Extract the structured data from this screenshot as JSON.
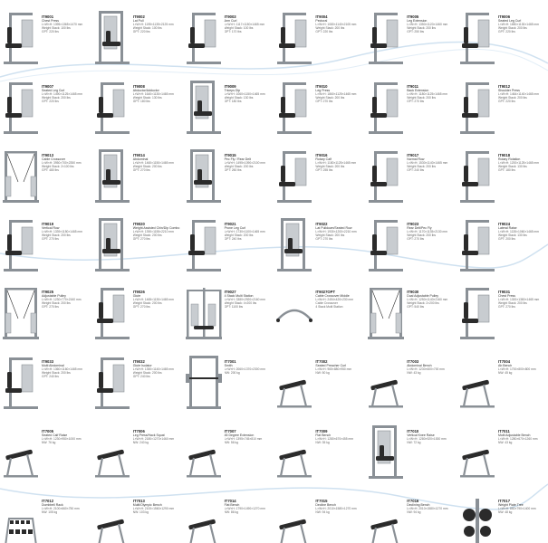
{
  "colors": {
    "accent": "#1f7fc4",
    "frame": "#8a9096",
    "pad": "#2b2b2b",
    "metal": "#c8ccd0"
  },
  "rows": [
    [
      {
        "code": "IT9001",
        "name": "Chest Press",
        "icon": "machine",
        "specs": [
          "L×W×H: 1395×1365×1470 mm",
          "Weight Stack: 100 lbs",
          "GPT: 220 lbs"
        ]
      },
      {
        "code": "IT9002",
        "name": "Lat Pull",
        "icon": "tall-machine",
        "specs": [
          "L×W×H: 1195×1135×2125 mm",
          "Weight Stack: 100 lbs",
          "GPT: 220 lbs"
        ]
      },
      {
        "code": "IT9003",
        "name": "Arm Curl",
        "icon": "machine",
        "specs": [
          "L×W×H: 1117×1150×1465 mm",
          "Weight Stack: 100 lbs",
          "GPT: 170 lbs"
        ]
      },
      {
        "code": "IT9004",
        "name": "Pectoral",
        "icon": "machine",
        "specs": [
          "L×W×H: 1080×1140×2105 mm",
          "Weight Stack: 200 lbs",
          "GPT: 220 lbs"
        ]
      },
      {
        "code": "IT9005",
        "name": "Leg Extension",
        "icon": "machine",
        "specs": [
          "L×W×H: 1350×1120×1460 mm",
          "Weight Stack: 200 lbs",
          "GPT: 250 lbs"
        ]
      },
      {
        "code": "IT9006",
        "name": "Seated Leg Curl",
        "icon": "machine",
        "specs": [
          "L×W×H: 1650×1130×1465 mm",
          "Weight Stack: 200 lbs",
          "GPT: 220 lbs"
        ]
      }
    ],
    [
      {
        "code": "IT9007",
        "name": "Seated Leg Curl",
        "icon": "machine",
        "specs": [
          "L×W×H: 1490×1125×1465 mm",
          "Weight Stack: 200 lbs",
          "GPT: 220 lbs"
        ]
      },
      {
        "code": "IT9008",
        "name": "Abductor/Adductor",
        "icon": "machine",
        "specs": [
          "L×W×H: 1640×1130×1465 mm",
          "Weight Stack: 130 lbs",
          "GPT: 180 lbs"
        ]
      },
      {
        "code": "IT9009",
        "name": "Triceps Dip",
        "icon": "tall-machine",
        "specs": [
          "L×W×H: 1060×1150×1465 mm",
          "Weight Stack: 130 lbs",
          "GPT: 180 lbs"
        ]
      },
      {
        "code": "IT9010",
        "name": "Leg Press",
        "icon": "machine",
        "specs": [
          "L×W×H: 1860×1125×1465 mm",
          "Weight Stack: 200 lbs",
          "GPT: 270 lbs"
        ]
      },
      {
        "code": "IT9011",
        "name": "Back Extension",
        "icon": "machine",
        "specs": [
          "L×W×H: 1180×1125×1465 mm",
          "Weight Stack: 200 lbs",
          "GPT: 270 lbs"
        ]
      },
      {
        "code": "IT9012",
        "name": "Shoulder Press",
        "icon": "machine",
        "specs": [
          "L×W×H: 1464×1140×1465 mm",
          "Weight Stack: 200 lbs",
          "GPT: 220 lbs"
        ]
      }
    ],
    [
      {
        "code": "IT9013",
        "name": "Cable Crossover",
        "icon": "crossover",
        "specs": [
          "L×W×H: 3950×700×2350 mm",
          "Weight Stack: 2×100 lbs",
          "GPT: 480 lbs"
        ]
      },
      {
        "code": "IT9014",
        "name": "Abdominal",
        "icon": "tall-machine",
        "specs": [
          "L×W×H: 1460×1150×1465 mm",
          "Weight Stack: 200 lbs",
          "GPT: 270 lbs"
        ]
      },
      {
        "code": "IT9015",
        "name": "Pec Fly / Rear Delt",
        "icon": "tall-machine",
        "specs": [
          "L×W×H: 1495×1090×2100 mm",
          "Weight Stack: 200 lbs",
          "GPT: 260 lbs"
        ]
      },
      {
        "code": "IT9016",
        "name": "Rotary Calf",
        "icon": "machine",
        "specs": [
          "L×W×H: 1180×1125×1465 mm",
          "Weight Stack: 200 lbs",
          "GPT: 255 lbs"
        ]
      },
      {
        "code": "IT9017",
        "name": "Normal Row",
        "icon": "machine",
        "specs": [
          "L×W×H: 1530×1140×1465 mm",
          "Weight Stack: 200 lbs",
          "GPT: 240 lbs"
        ]
      },
      {
        "code": "IT9018",
        "name": "Rotary Rotation",
        "icon": "machine",
        "specs": [
          "L×W×H: 1200×1125×1465 mm",
          "Weight Stack: 130 lbs",
          "GPT: 180 lbs"
        ]
      }
    ],
    [
      {
        "code": "IT9019",
        "name": "Vertical Row",
        "icon": "machine",
        "specs": [
          "L×W×H: 1339×1150×1465 mm",
          "Weight Stack: 200 lbs",
          "GPT: 270 lbs"
        ]
      },
      {
        "code": "IT9020",
        "name": "Weight Assisted Chin/Dip Combo",
        "icon": "tall-machine",
        "specs": [
          "L×W×H: 1390×1155×2210 mm",
          "Weight Stack: 200 lbs",
          "GPT: 270 lbs"
        ]
      },
      {
        "code": "IT9021",
        "name": "Prone Leg Curl",
        "icon": "machine",
        "specs": [
          "L×W×H: 1730×1100×1465 mm",
          "Weight Stack: 200 lbs",
          "GPT: 240 lbs"
        ]
      },
      {
        "code": "IT9022",
        "name": "Lat Pulldown/Seated Row",
        "icon": "tall-machine",
        "specs": [
          "L×W×H: 1930×1200×2210 mm",
          "Weight Stack: 200 lbs",
          "GPT: 270 lbs"
        ]
      },
      {
        "code": "IT9023",
        "name": "Rear Delt/Pec Fly",
        "icon": "machine",
        "specs": [
          "L×W×H: 1170×1135×2130 mm",
          "Weight Stack: 200 lbs",
          "GPT: 270 lbs"
        ]
      },
      {
        "code": "IT9024",
        "name": "Lateral Raise",
        "icon": "machine",
        "specs": [
          "L×W×H: 1135×1060×1465 mm",
          "Weight Stack: 130 lbs",
          "GPT: 200 lbs"
        ]
      }
    ],
    [
      {
        "code": "IT9025",
        "name": "Adjustable Pulley",
        "icon": "crossover",
        "specs": [
          "L×W×H: 1230×770×2160 mm",
          "Weight Stack: 200 lbs",
          "GPT: 270 lbs"
        ]
      },
      {
        "code": "IT9026",
        "name": "Glute",
        "icon": "machine",
        "specs": [
          "L×W×H: 1465×1130×1465 mm",
          "Weight Stack: 200 lbs",
          "GPT: 270 lbs"
        ]
      },
      {
        "code": "IT9027",
        "name": "4 Stack Multi Station",
        "icon": "multi-station",
        "specs": [
          "L×W×H: 3380×2920×2160 mm",
          "Weight Stack: 4×200 lbs",
          "GPT: 1100 lbs"
        ]
      },
      {
        "code": "IT9027OPT",
        "name": "Cable Crossover Middle",
        "icon": "bar",
        "specs": [
          "L×W×H: 2454×420×230 mm",
          "Cable Crossover",
          "4 Stack Multi Station"
        ]
      },
      {
        "code": "IT9030",
        "name": "Dual Adjustable Pulley",
        "icon": "crossover",
        "specs": [
          "L×W×H: 1250×1140×2160 mm",
          "Weight Stack: 2×200 lbs",
          "GPT: 540 lbs"
        ]
      },
      {
        "code": "IT9031",
        "name": "Chest Press",
        "icon": "machine",
        "specs": [
          "L×W×H: 1300×1380×1465 mm",
          "Weight Stack: 200 lbs",
          "GPT: 270 lbs"
        ]
      }
    ],
    [
      {
        "code": "IT9033",
        "name": "Multi Abdominal",
        "icon": "machine",
        "specs": [
          "L×W×H: 1360×1160×1465 mm",
          "Weight Stack: 200 lbs",
          "GPT: 240 lbs"
        ]
      },
      {
        "code": "IT9032",
        "name": "Glute Isolator",
        "icon": "machine",
        "specs": [
          "L×W×H: 1350×1140×1465 mm",
          "Weight Stack: 200 lbs",
          "GPT: 240 lbs"
        ]
      },
      {
        "code": "IT7001",
        "name": "Smith",
        "icon": "rack",
        "specs": [
          "L×W×H: 2060×1370×2300 mm",
          "NW: 200 kg"
        ]
      },
      {
        "code": "IT7002",
        "name": "Seated Preacher Curl",
        "icon": "bench",
        "specs": [
          "L×W×H: 965×880×950 mm",
          "NW: 50 kg"
        ]
      },
      {
        "code": "IT7003",
        "name": "Abdominal Bench",
        "icon": "bench",
        "specs": [
          "L×W×H: 1230×600×700 mm",
          "NW: 43 kg"
        ]
      },
      {
        "code": "IT7004",
        "name": "Ab Bench",
        "icon": "bench",
        "specs": [
          "L×W×H: 1700×800×800 mm",
          "NW: 45 kg"
        ]
      }
    ],
    [
      {
        "code": "IT7005",
        "name": "Seated Calf Raise",
        "icon": "bench",
        "specs": [
          "L×W×H: 1230×950×1000 mm",
          "NW: 76 kg"
        ]
      },
      {
        "code": "IT7006",
        "name": "Leg Press/Hack Squat",
        "icon": "bench",
        "specs": [
          "L×W×H: 2180×1270×1460 mm",
          "NW: 240 kg"
        ]
      },
      {
        "code": "IT7007",
        "name": "45 Degree Extension",
        "icon": "bench",
        "specs": [
          "L×W×H: 1395×745×810 mm",
          "NW: 56 kg"
        ]
      },
      {
        "code": "IT7009",
        "name": "Flat Bench",
        "icon": "bench",
        "specs": [
          "L×W×H: 1280×670×455 mm",
          "NW: 35 kg"
        ]
      },
      {
        "code": "IT7010",
        "name": "Vertical Knee Raise",
        "icon": "tall-machine",
        "specs": [
          "L×W×H: 1280×920×1530 mm",
          "NW: 72 kg"
        ]
      },
      {
        "code": "IT7011",
        "name": "Multi Adjustable Bench",
        "icon": "bench",
        "specs": [
          "L×W×H: 1280×670×1260 mm",
          "NW: 43 kg"
        ]
      }
    ],
    [
      {
        "code": "IT7012",
        "name": "Dumbbell Rack",
        "icon": "rack-low",
        "specs": [
          "L×W×H: 2100×660×750 mm",
          "NW: 105 kg"
        ]
      },
      {
        "code": "IT7013",
        "name": "Multi/Olympic Bench",
        "icon": "bench",
        "specs": [
          "L×W×H: 2100×1560×1290 mm",
          "NW: 103 kg"
        ]
      },
      {
        "code": "IT7014",
        "name": "Flat Bench",
        "icon": "bench",
        "specs": [
          "L×W×H: 1790×1490×1270 mm",
          "NW: 86 kg"
        ]
      },
      {
        "code": "IT7015",
        "name": "Decline Bench",
        "icon": "bench",
        "specs": [
          "L×W×H: 2010×1580×1270 mm",
          "NW: 94 kg"
        ]
      },
      {
        "code": "IT7016",
        "name": "Declining Bench",
        "icon": "bench",
        "specs": [
          "L×W×H: 2010×1580×1270 mm",
          "NW: 94 kg"
        ]
      },
      {
        "code": "IT7017",
        "name": "Weight Plate Tree",
        "icon": "tree",
        "specs": [
          "L×W×H: 850×790×1400 mm",
          "NW: 48 kg"
        ]
      }
    ]
  ]
}
